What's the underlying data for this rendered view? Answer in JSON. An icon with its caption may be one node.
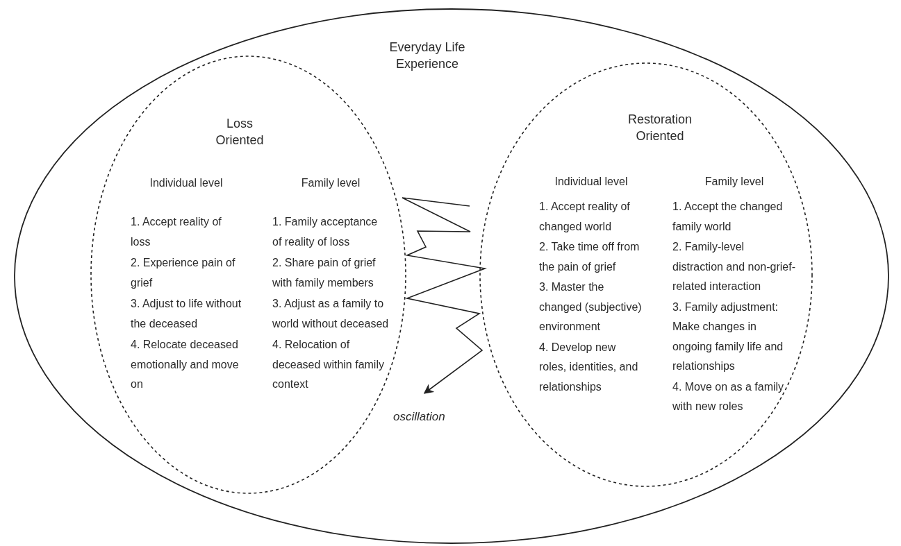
{
  "diagram": {
    "nodes": [
      {
        "text": [
          "Everyday Life Experience"
        ]
      },
      {
        "text": [
          "Loss Oriented",
          "Individual level",
          "1. Accept reality of loss",
          "2. Experience pain of grief",
          "3. Adjust to life without the deceased",
          "4. Relocate deceased emotionally and move on",
          "Family level",
          "1. Family acceptance of reality of loss",
          "2. Share pain of grief with family members",
          "3. Adjust as a family to world without deceased",
          "4. Relocation of deceased within family context"
        ],
        "in": 0
      },
      {
        "text": [
          "Restoration Oriented",
          "Individual level",
          "1. Accept reality of changed world",
          "2. Take time off from the pain of grief",
          "3. Master the changed (subjective) environment",
          "4. Develop new roles, identities, and relationships",
          "Family level",
          "1. Accept the changed family world",
          "2. Family-level distraction and non-grief-related interaction",
          "3. Family adjustment: Make changes in ongoing family life and relationships",
          "4. Move on as a family with new roles"
        ],
        "in": 0
      }
    ],
    "labels": [
      "oscillation"
    ]
  }
}
